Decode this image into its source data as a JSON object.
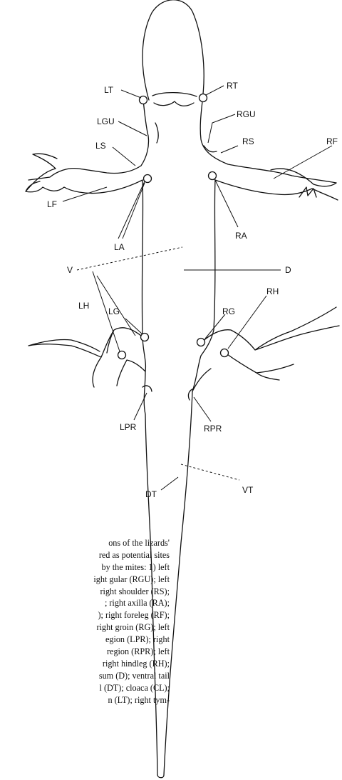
{
  "labels": {
    "LT": "LT",
    "RT": "RT",
    "LGU": "LGU",
    "RGU": "RGU",
    "LS": "LS",
    "RS": "RS",
    "RF": "RF",
    "LF": "LF",
    "LA": "LA",
    "RA": "RA",
    "V": "V",
    "D": "D",
    "LH": "LH",
    "LG": "LG",
    "RG": "RG",
    "RH": "RH",
    "LPR": "LPR",
    "RPR": "RPR",
    "DT": "DT",
    "VT": "VT"
  },
  "caption": [
    "ons of the lizards'",
    "red as potential sites",
    "by the mites: 1) left",
    "ight gular (RGU); left",
    "right shoulder (RS);",
    "; right axilla (RA);",
    "); right foreleg (RF);",
    "right groin (RG); left",
    "egion (LPR); right",
    "region (RPR); left",
    "right hindleg (RH);",
    "sum (D); ventral tail",
    "l (DT); cloaca (CL);",
    "n (LT); right tym-"
  ]
}
